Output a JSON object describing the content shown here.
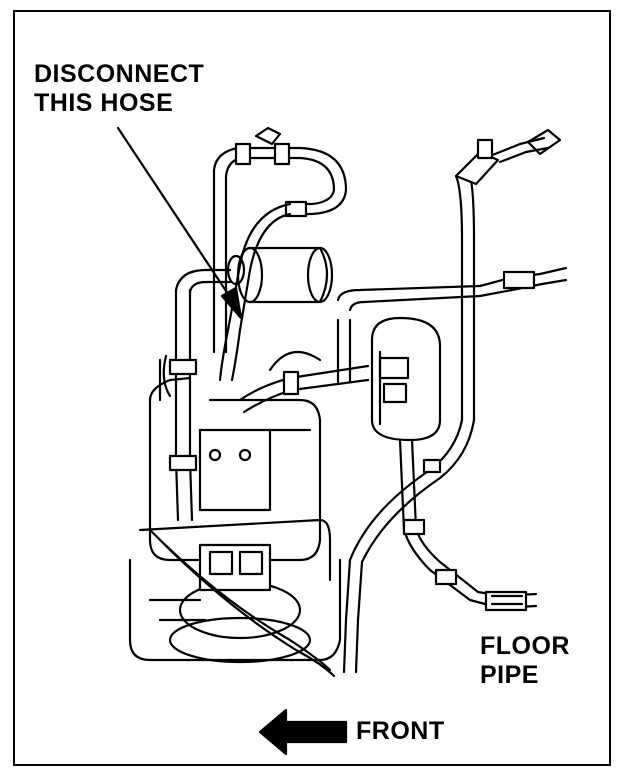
{
  "callout": {
    "line1": "DISCONNECT",
    "line2": "THIS HOSE"
  },
  "floor_pipe": {
    "line1": "FLOOR",
    "line2": "PIPE"
  },
  "front": {
    "label": "FRONT"
  },
  "colors": {
    "ink": "#000000",
    "paper": "#ffffff"
  }
}
